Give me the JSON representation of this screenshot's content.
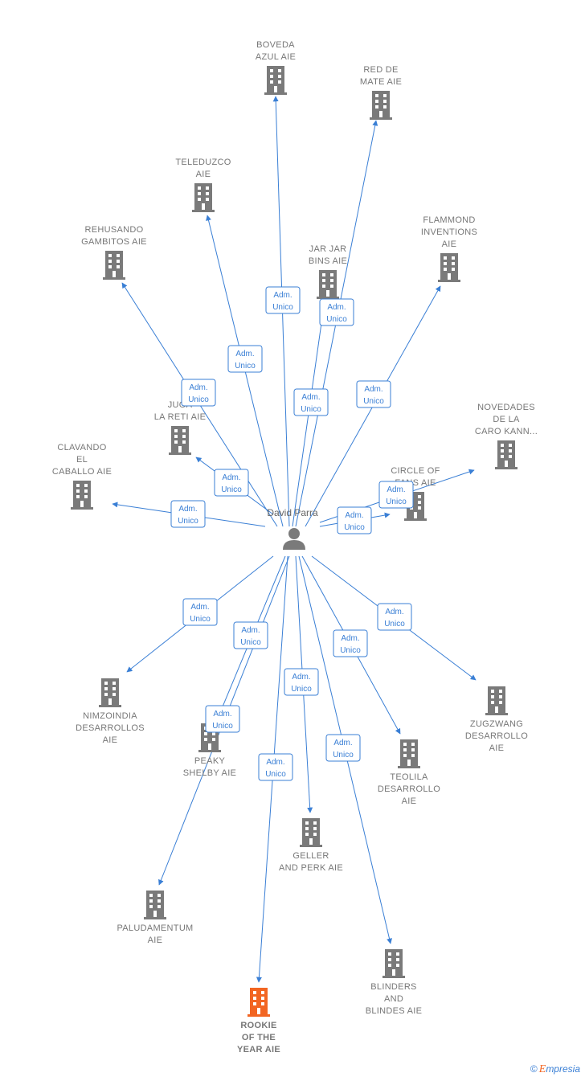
{
  "person": {
    "name": "David Parra",
    "icon": "person-icon"
  },
  "edge_label": [
    "Adm.",
    "Unico"
  ],
  "colors": {
    "edge": "#3a7fd5",
    "building": "#7a7a7a",
    "highlight": "#f26522"
  },
  "companies": [
    {
      "id": "boveda-azul",
      "lines": [
        "BOVEDA",
        "AZUL  AIE"
      ]
    },
    {
      "id": "red-de-mate",
      "lines": [
        "RED DE",
        "MATE  AIE"
      ]
    },
    {
      "id": "teleduzco",
      "lines": [
        "TELEDUZCO",
        "AIE"
      ]
    },
    {
      "id": "rehusando-gambitos",
      "lines": [
        "REHUSANDO",
        "GAMBITOS  AIE"
      ]
    },
    {
      "id": "jar-jar-bins",
      "lines": [
        "JAR JAR",
        "BINS  AIE"
      ]
    },
    {
      "id": "flammond-inventions",
      "lines": [
        "FLAMMOND",
        "INVENTIONS",
        "AIE"
      ]
    },
    {
      "id": "novedades-caro",
      "lines": [
        "NOVEDADES",
        "DE LA",
        "CARO KANN..."
      ]
    },
    {
      "id": "jugando-la-reti",
      "lines": [
        "JUGA",
        "LA RETI  AIE"
      ]
    },
    {
      "id": "clavando-el-caballo",
      "lines": [
        "CLAVANDO",
        "EL",
        "CABALLO  AIE"
      ]
    },
    {
      "id": "circle-of-fans",
      "lines": [
        "CIRCLE OF",
        "FANS  AIE"
      ]
    },
    {
      "id": "nimzoindia",
      "lines": [
        "NIMZOINDIA",
        "DESARROLLOS",
        "AIE"
      ]
    },
    {
      "id": "peaky-shelby",
      "lines": [
        "PEAKY",
        "SHELBY  AIE"
      ]
    },
    {
      "id": "zugzwang",
      "lines": [
        "ZUGZWANG",
        "DESARROLLO",
        "AIE"
      ]
    },
    {
      "id": "teolila",
      "lines": [
        "TEOLILA",
        "DESARROLLO",
        "AIE"
      ]
    },
    {
      "id": "geller-and-perk",
      "lines": [
        "GELLER",
        "AND PERK  AIE"
      ]
    },
    {
      "id": "paludamentum",
      "lines": [
        "PALUDAMENTUM",
        "AIE"
      ]
    },
    {
      "id": "blinders-and-blindes",
      "lines": [
        "BLINDERS",
        "AND",
        "BLINDES  AIE"
      ]
    },
    {
      "id": "rookie-of-the-year",
      "lines": [
        "ROOKIE",
        "OF THE",
        "YEAR  AIE"
      ],
      "highlight": true
    }
  ],
  "brand": {
    "copyright": "©",
    "name_initial": "E",
    "name_rest": "mpresia"
  }
}
